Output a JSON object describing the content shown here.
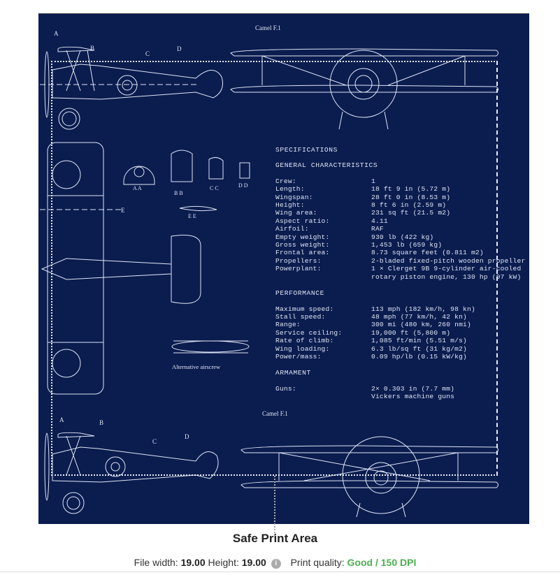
{
  "poster": {
    "title_top": "Camel F.1",
    "title_bottom": "Camel F.1",
    "section_labels": [
      "A",
      "B",
      "C",
      "D",
      "E"
    ],
    "section_views": [
      "A A",
      "B B",
      "C C",
      "D D",
      "E E"
    ],
    "airscrew_caption": "Alternative airscrew",
    "specs": {
      "heading": "SPECIFICATIONS",
      "general_heading": "GENERAL CHARACTERISTICS",
      "general": [
        {
          "k": "Crew:",
          "v": "1"
        },
        {
          "k": "Length:",
          "v": "18 ft 9 in (5.72 m)"
        },
        {
          "k": "Wingspan:",
          "v": "28 ft 0 in (8.53 m)"
        },
        {
          "k": "Height:",
          "v": "8 ft 6 in (2.59 m)"
        },
        {
          "k": "Wing area:",
          "v": "231 sq ft (21.5 m2)"
        },
        {
          "k": "Aspect ratio:",
          "v": "4.11"
        },
        {
          "k": "Airfoil:",
          "v": "RAF"
        },
        {
          "k": "Empty weight:",
          "v": "930 lb (422 kg)"
        },
        {
          "k": "Gross weight:",
          "v": "1,453 lb (659 kg)"
        },
        {
          "k": "Frontal area:",
          "v": "8.73 square feet (0.811 m2)"
        },
        {
          "k": "Propellers:",
          "v": "2-bladed fixed-pitch wooden propeller"
        },
        {
          "k": "Powerplant:",
          "v": "1 × Clerget 9B 9-cylinder air-cooled\nrotary piston engine, 130 hp (97 kW)"
        }
      ],
      "performance_heading": "PERFORMANCE",
      "performance": [
        {
          "k": "Maximum speed:",
          "v": "113 mph (182 km/h, 98 kn)"
        },
        {
          "k": "Stall speed:",
          "v": "48 mph (77 km/h, 42 kn)"
        },
        {
          "k": "Range:",
          "v": "300 mi (480 km, 260 nmi)"
        },
        {
          "k": "Service ceiling:",
          "v": "19,000 ft (5,800 m)"
        },
        {
          "k": "Rate of climb:",
          "v": "1,085 ft/min (5.51 m/s)"
        },
        {
          "k": "Wing loading:",
          "v": "6.3 lb/sq ft (31 kg/m2)"
        },
        {
          "k": "Power/mass:",
          "v": "0.09 hp/lb (0.15 kW/kg)"
        }
      ],
      "armament_heading": "ARMAMENT",
      "armament": [
        {
          "k": "Guns:",
          "v": "2× 0.303 in (7.7 mm)\nVickers machine guns"
        }
      ]
    },
    "colors": {
      "background": "#0b1c4f",
      "lines": "#dfe6f5"
    }
  },
  "footer": {
    "safe_area_title": "Safe Print Area",
    "width_label": "File width:",
    "width_value": "19.00",
    "height_label": "Height:",
    "height_value": "19.00",
    "info_icon": "i",
    "quality_label": "Print quality:",
    "quality_value": "Good / 150 DPI",
    "quality_color": "#4caf50"
  }
}
